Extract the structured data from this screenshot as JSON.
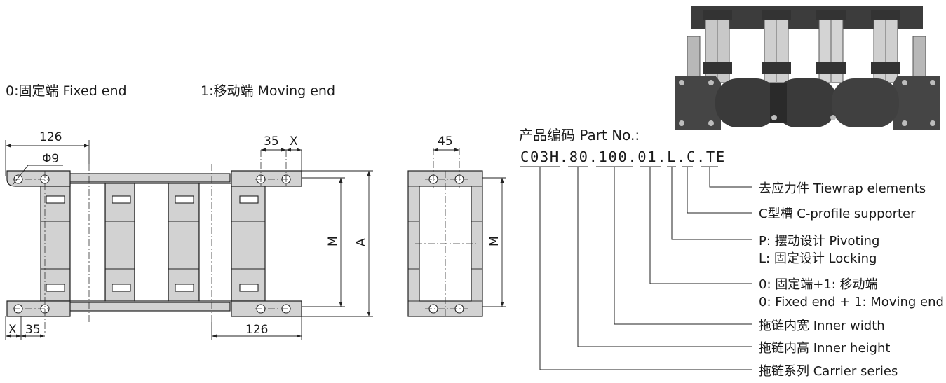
{
  "ends": {
    "fixed": "0:固定端 Fixed end",
    "moving": "1:移动端 Moving end"
  },
  "dimensions": {
    "d126": "126",
    "phi9": "Φ9",
    "d35": "35",
    "x": "X",
    "m": "M",
    "a": "A",
    "d45": "45"
  },
  "part_no": {
    "title": "产品编码 Part No.:",
    "code": "C03H.80.100.01.L.C.TE"
  },
  "legend": {
    "tiewrap": "去应力件 Tiewrap elements",
    "profile": "C型槽 C-profile supporter",
    "pivot_1": "P: 摆动设计 Pivoting",
    "pivot_2": "L: 固定设计 Locking",
    "end_1": "0: 固定端+1: 移动端",
    "end_2": "0: Fixed end + 1: Moving end",
    "width": "拖链内宽 Inner width",
    "height": "拖链内高 Inner height",
    "series": "拖链系列 Carrier series"
  },
  "photo": {
    "icon": "cable-carrier-photo"
  }
}
